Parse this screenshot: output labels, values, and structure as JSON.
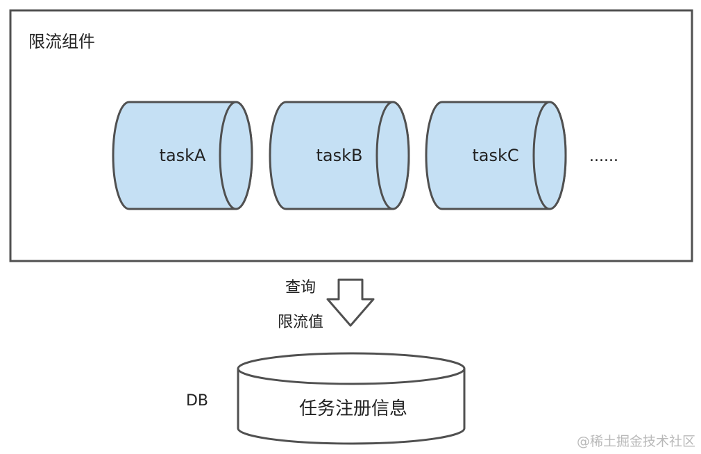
{
  "component": {
    "title": "限流组件"
  },
  "tasks": [
    {
      "label": "taskA"
    },
    {
      "label": "taskB"
    },
    {
      "label": "taskC"
    }
  ],
  "more_label": "......",
  "arrow": {
    "line1": "查询",
    "line2": "限流值"
  },
  "db": {
    "side_label": "DB",
    "label": "任务注册信息"
  },
  "watermark": "@稀土掘金技术社区",
  "colors": {
    "task_fill": "#c5e0f4",
    "stroke": "#505050"
  }
}
